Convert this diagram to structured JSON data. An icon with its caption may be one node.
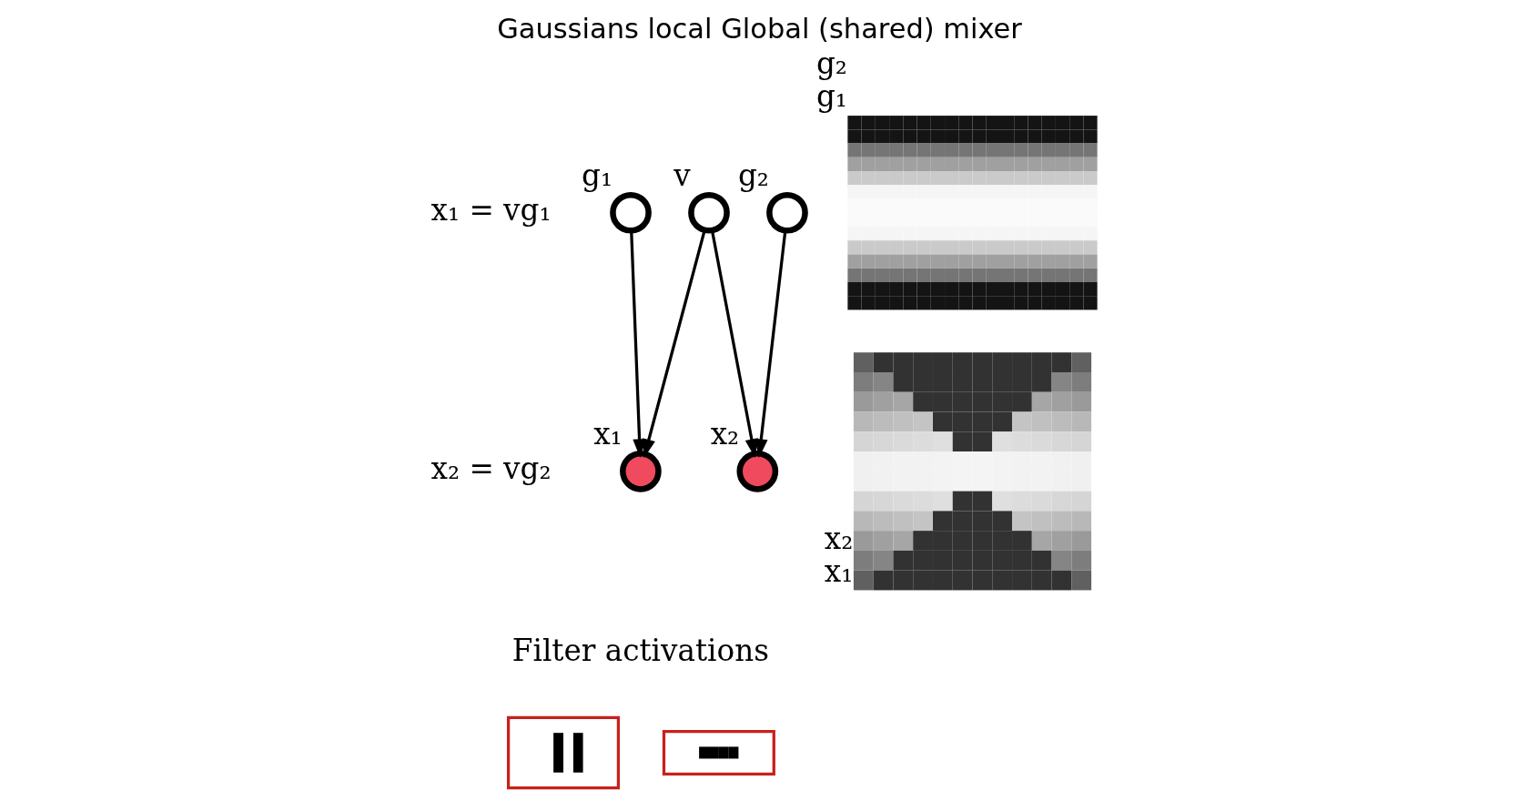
{
  "diagram": {
    "title": "Gaussians local Global (shared) mixer",
    "nodes": [
      {
        "text": [],
        "shape": "circle",
        "beside": [
          "g₁"
        ]
      },
      {
        "text": [],
        "shape": "circle",
        "beside": [
          "v"
        ]
      },
      {
        "text": [],
        "shape": "circle",
        "beside": [
          "g₂"
        ]
      },
      {
        "text": [],
        "shape": "circle",
        "beside": [
          "x₁"
        ]
      },
      {
        "text": [],
        "shape": "circle",
        "beside": [
          "x₂"
        ]
      },
      {
        "text": [],
        "shape": "picture"
      },
      {
        "text": [],
        "shape": "picture"
      },
      {
        "text": [],
        "shape": "picture",
        "beside": [
          "g₂",
          "g₁"
        ]
      },
      {
        "text": [],
        "shape": "picture",
        "beside": [
          "x₂",
          "x₁"
        ]
      }
    ],
    "edges": [
      {
        "from": 0,
        "to": 3,
        "arrow": "to"
      },
      {
        "from": 1,
        "to": 3,
        "arrow": "to"
      },
      {
        "from": 1,
        "to": 4,
        "arrow": "to"
      },
      {
        "from": 2,
        "to": 4,
        "arrow": "to"
      }
    ],
    "labels": [
      "x₁ = vg₁",
      "x₂ = vg₂",
      "Filter activations"
    ]
  }
}
